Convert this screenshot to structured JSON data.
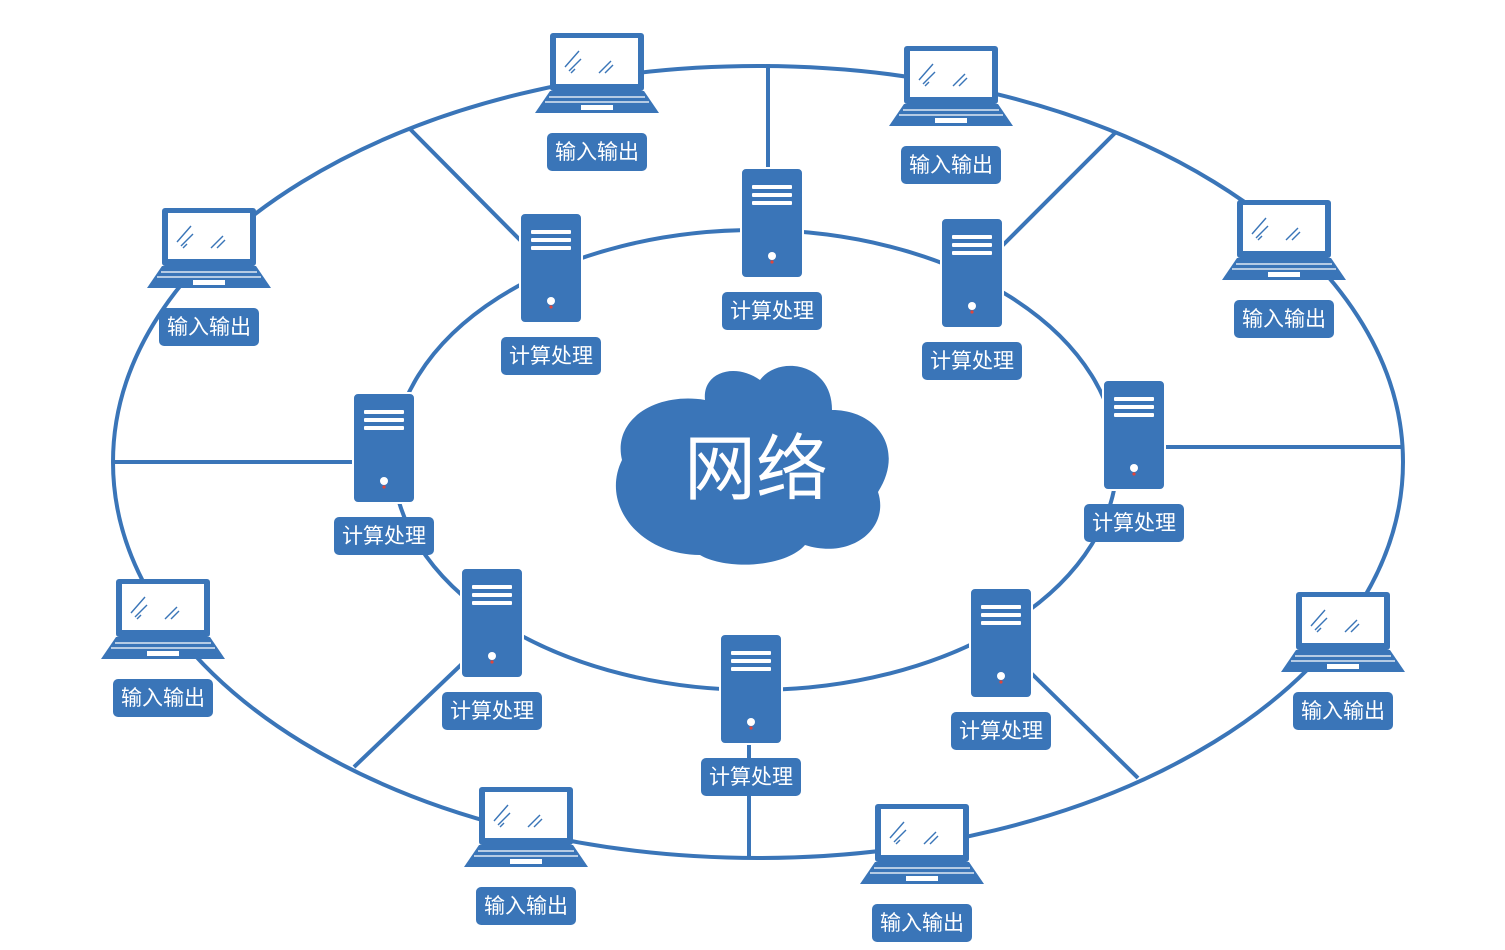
{
  "center": {
    "label": "网络"
  },
  "inner_ring": {
    "nodes": [
      {
        "label": "计算处理"
      },
      {
        "label": "计算处理"
      },
      {
        "label": "计算处理"
      },
      {
        "label": "计算处理"
      },
      {
        "label": "计算处理"
      },
      {
        "label": "计算处理"
      },
      {
        "label": "计算处理"
      },
      {
        "label": "计算处理"
      }
    ]
  },
  "outer_ring": {
    "nodes": [
      {
        "label": "输入输出"
      },
      {
        "label": "输入输出"
      },
      {
        "label": "输入输出"
      },
      {
        "label": "输入输出"
      },
      {
        "label": "输入输出"
      },
      {
        "label": "输入输出"
      },
      {
        "label": "输入输出"
      },
      {
        "label": "输入输出"
      },
      {
        "label": "输入输出"
      },
      {
        "label": "输入输出"
      }
    ]
  },
  "colors": {
    "primary": "#3a75b8",
    "led": "#e0453a",
    "background": "#ffffff"
  }
}
